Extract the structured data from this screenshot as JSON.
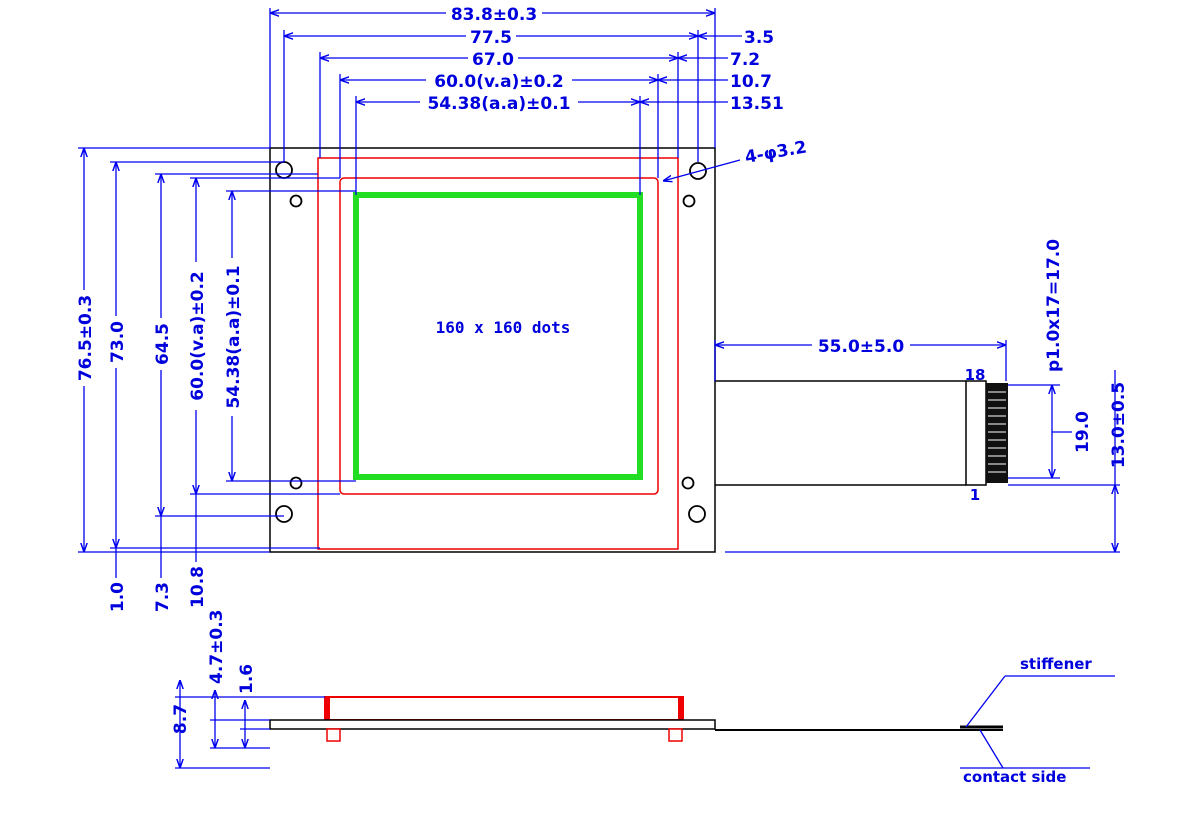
{
  "dimensions": {
    "width_overall": "83.8±0.3",
    "width_hole_pitch": "77.5",
    "width_bezel": "67.0",
    "width_va": "60.0(v.a)±0.2",
    "width_aa": "54.38(a.a)±0.1",
    "offset_hole": "3.5",
    "offset_bezel": "7.2",
    "offset_va": "10.7",
    "offset_aa": "13.51",
    "hole_spec": "4-φ3.2",
    "height_overall": "76.5±0.3",
    "height_hole_pitch": "73.0",
    "height_bezel": "64.5",
    "height_va": "60.0(v.a)±0.2",
    "height_aa": "54.38(a.a)±0.1",
    "bottom_hole": "1.0",
    "bottom_bezel": "7.3",
    "bottom_va": "10.8",
    "fpc_length": "55.0±5.0",
    "fpc_pitch": "p1.0x17=17.0",
    "fpc_contact_width": "19.0",
    "fpc_width": "13.0±0.5",
    "pin_last": "18",
    "pin_first": "1",
    "thickness_total": "4.7±0.3",
    "thickness_pcb": "1.6",
    "height_side": "8.7"
  },
  "labels": {
    "resolution": "160 x 160 dots",
    "stiffener": "stiffener",
    "contact_side": "contact side"
  },
  "colors": {
    "dimension": "#0000dd",
    "outline": "#000000",
    "bezel": "#ee0000",
    "active_area": "#22dd22"
  }
}
